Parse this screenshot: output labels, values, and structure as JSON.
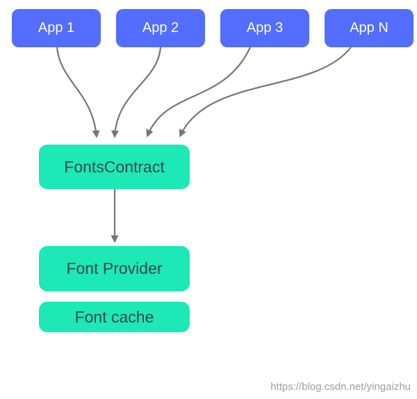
{
  "diagram": {
    "app_nodes": [
      {
        "id": "app1",
        "label": "App 1"
      },
      {
        "id": "app2",
        "label": "App 2"
      },
      {
        "id": "app3",
        "label": "App 3"
      },
      {
        "id": "appN",
        "label": "App N"
      }
    ],
    "service_nodes": [
      {
        "id": "fonts_contract",
        "label": "FontsContract"
      },
      {
        "id": "font_provider",
        "label": "Font Provider"
      },
      {
        "id": "font_cache",
        "label": "Font cache"
      }
    ],
    "edges": [
      {
        "from": "App 1",
        "to": "FontsContract"
      },
      {
        "from": "App 2",
        "to": "FontsContract"
      },
      {
        "from": "App 3",
        "to": "FontsContract"
      },
      {
        "from": "App N",
        "to": "FontsContract"
      },
      {
        "from": "FontsContract",
        "to": "Font Provider"
      }
    ],
    "colors": {
      "app_node_fill": "#536dfe",
      "app_node_text": "#ffffff",
      "service_node_fill": "#1de9b6",
      "service_node_text": "#37474f",
      "arrow": "#757575",
      "background": "#ffffff",
      "watermark_text": "#9e9e9e"
    }
  },
  "watermark": {
    "text": "https://blog.csdn.net/yingaizhu"
  }
}
